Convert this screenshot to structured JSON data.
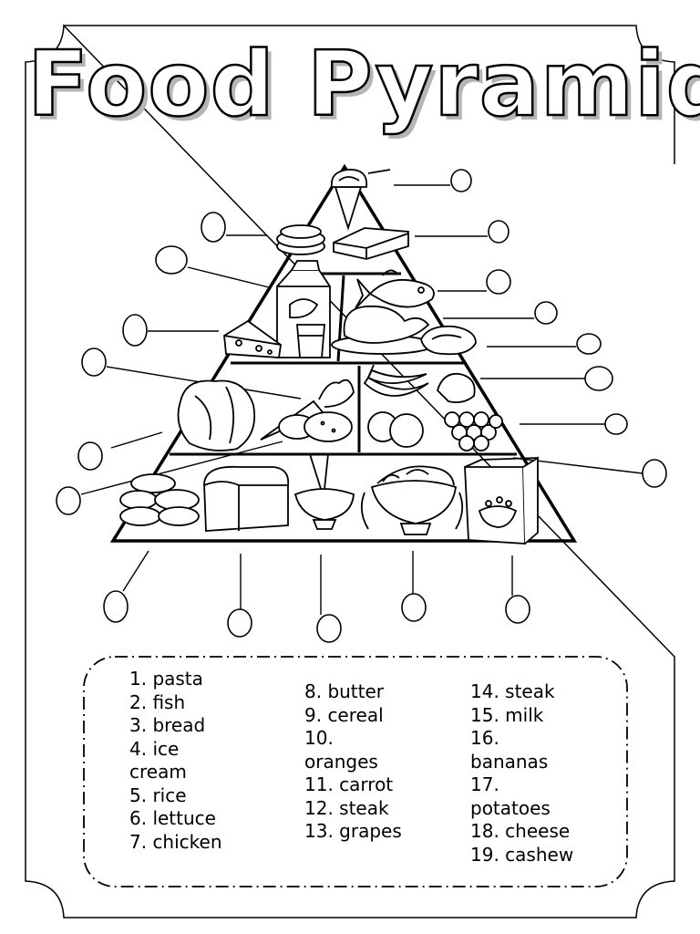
{
  "title": "Food Pyramid",
  "word_list": {
    "column_1": [
      {
        "lines": [
          "1. pasta"
        ]
      },
      {
        "lines": [
          "2. fish"
        ]
      },
      {
        "lines": [
          "3. bread"
        ]
      },
      {
        "lines": [
          "4. ice",
          "cream"
        ]
      },
      {
        "lines": [
          "5. rice"
        ]
      },
      {
        "lines": [
          "6. lettuce"
        ]
      },
      {
        "lines": [
          "7. chicken"
        ]
      }
    ],
    "column_2": [
      {
        "lines": [
          "8. butter"
        ]
      },
      {
        "lines": [
          "9. cereal"
        ]
      },
      {
        "lines": [
          "10.",
          "oranges"
        ]
      },
      {
        "lines": [
          "11. carrot"
        ]
      },
      {
        "lines": [
          "12. steak"
        ]
      },
      {
        "lines": [
          "13. grapes"
        ]
      }
    ],
    "column_3": [
      {
        "lines": [
          "14. steak"
        ]
      },
      {
        "lines": [
          "15. milk"
        ]
      },
      {
        "lines": [
          "16.",
          "bananas"
        ]
      },
      {
        "lines": [
          "17.",
          "potatoes"
        ]
      },
      {
        "lines": [
          "18. cheese"
        ]
      },
      {
        "lines": [
          "19. cashew"
        ]
      }
    ]
  },
  "icons": [
    "ice-cream-icon",
    "butter-icon",
    "cookie-stack-icon",
    "milk-carton-icon",
    "fish-icon",
    "cheese-icon",
    "glass-of-milk-icon",
    "roast-chicken-icon",
    "steak-icon",
    "lettuce-icon",
    "carrot-icon",
    "potatoes-icon",
    "bananas-icon",
    "oranges-icon",
    "grapes-icon",
    "cashew-icon",
    "bread-loaf-icon",
    "rice-bowl-icon",
    "pasta-bowl-icon",
    "cereal-box-icon"
  ]
}
